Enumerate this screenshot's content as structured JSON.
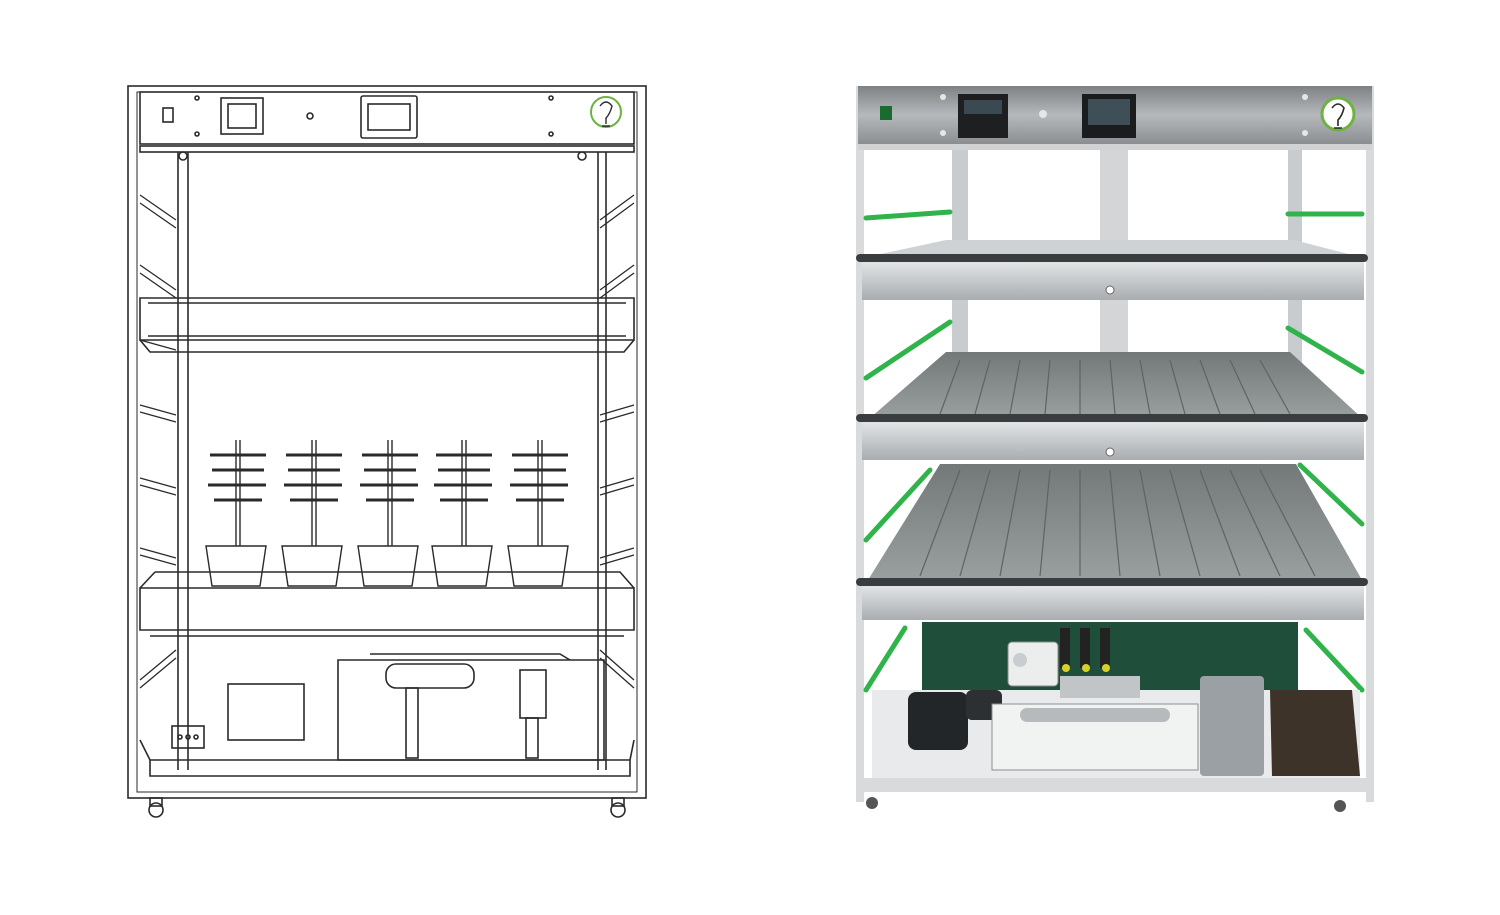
{
  "figure": {
    "panels": [
      {
        "id": "line-drawing",
        "kind": "technical sketch"
      },
      {
        "id": "photograph",
        "kind": "product photo"
      }
    ]
  },
  "colors": {
    "line": "#2a2a2a",
    "frame_metal": "#c9ccce",
    "shelf_rail": "#d6d9db",
    "tray_gray": "#8f9394",
    "accent_green": "#2fb34a",
    "tank_green": "#1f4f3b",
    "brushed_steel": "#a5a8ab",
    "logo_green": "#6db33f"
  },
  "icons": {
    "logo": "lightbulb-leaf-icon",
    "power_switch": "rocker-switch-icon"
  }
}
